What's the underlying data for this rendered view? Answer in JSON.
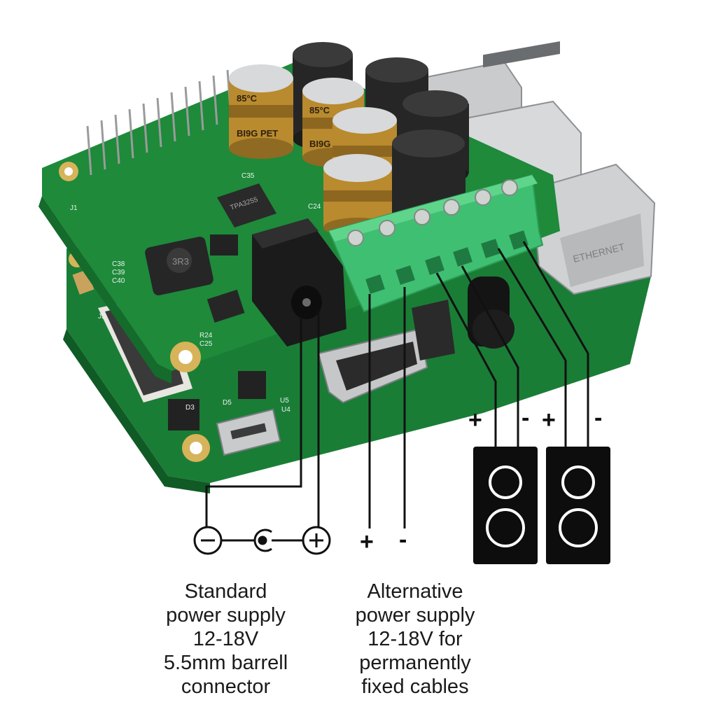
{
  "board": {
    "capacitor_top_marking": "85°C",
    "capacitor_side_marking": "BI9G PET",
    "component_labels": [
      "C35",
      "C38",
      "C39",
      "C40",
      "C24",
      "R24",
      "C25",
      "U5",
      "U4",
      "D3",
      "D5",
      "J1",
      "J5"
    ],
    "ic_marking": "TPA3255",
    "connector_text": "ETHERNET",
    "inductor_marking": "3R3"
  },
  "speakers": {
    "left": {
      "plus": "+",
      "minus": "-"
    },
    "right": {
      "plus": "+",
      "minus": "-"
    }
  },
  "alt_supply": {
    "plus": "+",
    "minus": "-"
  },
  "captions": {
    "standard": [
      "Standard",
      "power supply",
      "12-18V",
      "5.5mm barrell",
      "connector"
    ],
    "alternative": [
      "Alternative",
      "power supply",
      "12-18V for",
      "permanently",
      "fixed cables"
    ]
  },
  "colors": {
    "pcb": "#1e8a3a",
    "pcb_dark": "#146b2b",
    "terminal": "#3fbf72",
    "gold_cap": "#b98a2e",
    "black_cap": "#2a2a2a",
    "wire": "#111111"
  }
}
